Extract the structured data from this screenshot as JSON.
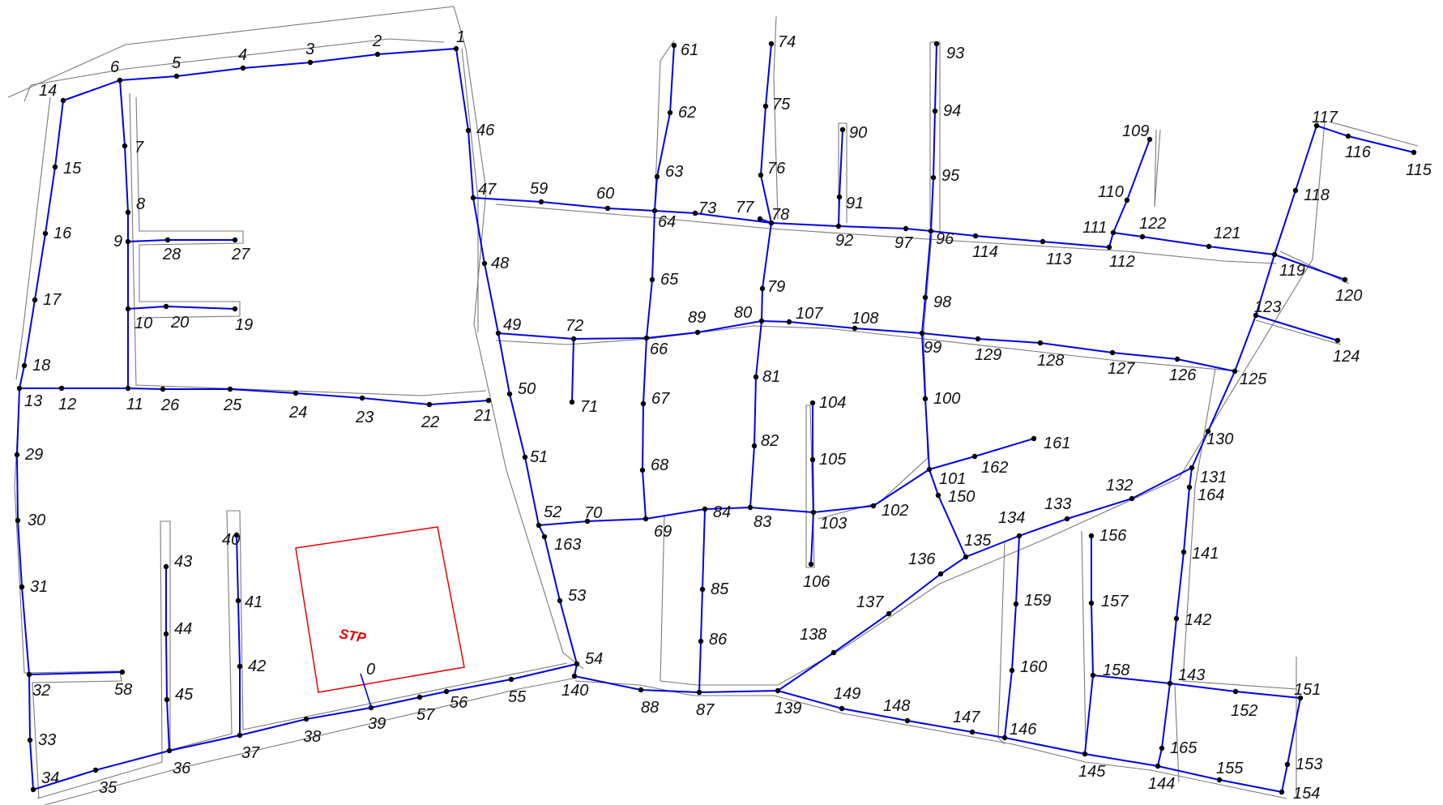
{
  "colors": {
    "pipe": "#0000e6",
    "road": "#7a7a7a",
    "node": "#000000",
    "label": "#111111",
    "stp": "#e60000"
  },
  "stp": {
    "label": "STP",
    "outlet_label": "0"
  },
  "node_labels": [
    "1",
    "2",
    "3",
    "4",
    "5",
    "6",
    "7",
    "8",
    "9",
    "10",
    "11",
    "12",
    "13",
    "14",
    "15",
    "16",
    "17",
    "18",
    "19",
    "20",
    "21",
    "22",
    "23",
    "24",
    "25",
    "26",
    "27",
    "28",
    "29",
    "30",
    "31",
    "32",
    "33",
    "34",
    "35",
    "36",
    "37",
    "38",
    "39",
    "40",
    "41",
    "42",
    "43",
    "44",
    "45",
    "46",
    "47",
    "48",
    "49",
    "50",
    "51",
    "52",
    "53",
    "54",
    "55",
    "56",
    "57",
    "58",
    "59",
    "60",
    "61",
    "62",
    "63",
    "64",
    "65",
    "66",
    "67",
    "68",
    "69",
    "70",
    "71",
    "72",
    "73",
    "74",
    "75",
    "76",
    "77",
    "78",
    "79",
    "80",
    "81",
    "82",
    "83",
    "84",
    "85",
    "86",
    "87",
    "88",
    "89",
    "90",
    "91",
    "92",
    "93",
    "94",
    "95",
    "96",
    "97",
    "98",
    "99",
    "100",
    "101",
    "102",
    "103",
    "104",
    "105",
    "106",
    "107",
    "108",
    "109",
    "110",
    "111",
    "112",
    "113",
    "114",
    "115",
    "116",
    "117",
    "118",
    "119",
    "120",
    "121",
    "122",
    "123",
    "124",
    "125",
    "126",
    "127",
    "128",
    "129",
    "130",
    "131",
    "132",
    "133",
    "134",
    "135",
    "136",
    "137",
    "138",
    "139",
    "140",
    "141",
    "142",
    "143",
    "144",
    "145",
    "146",
    "147",
    "148",
    "149",
    "150",
    "151",
    "152",
    "153",
    "154",
    "155",
    "156",
    "157",
    "158",
    "159",
    "160",
    "161",
    "162",
    "163",
    "164",
    "165"
  ]
}
